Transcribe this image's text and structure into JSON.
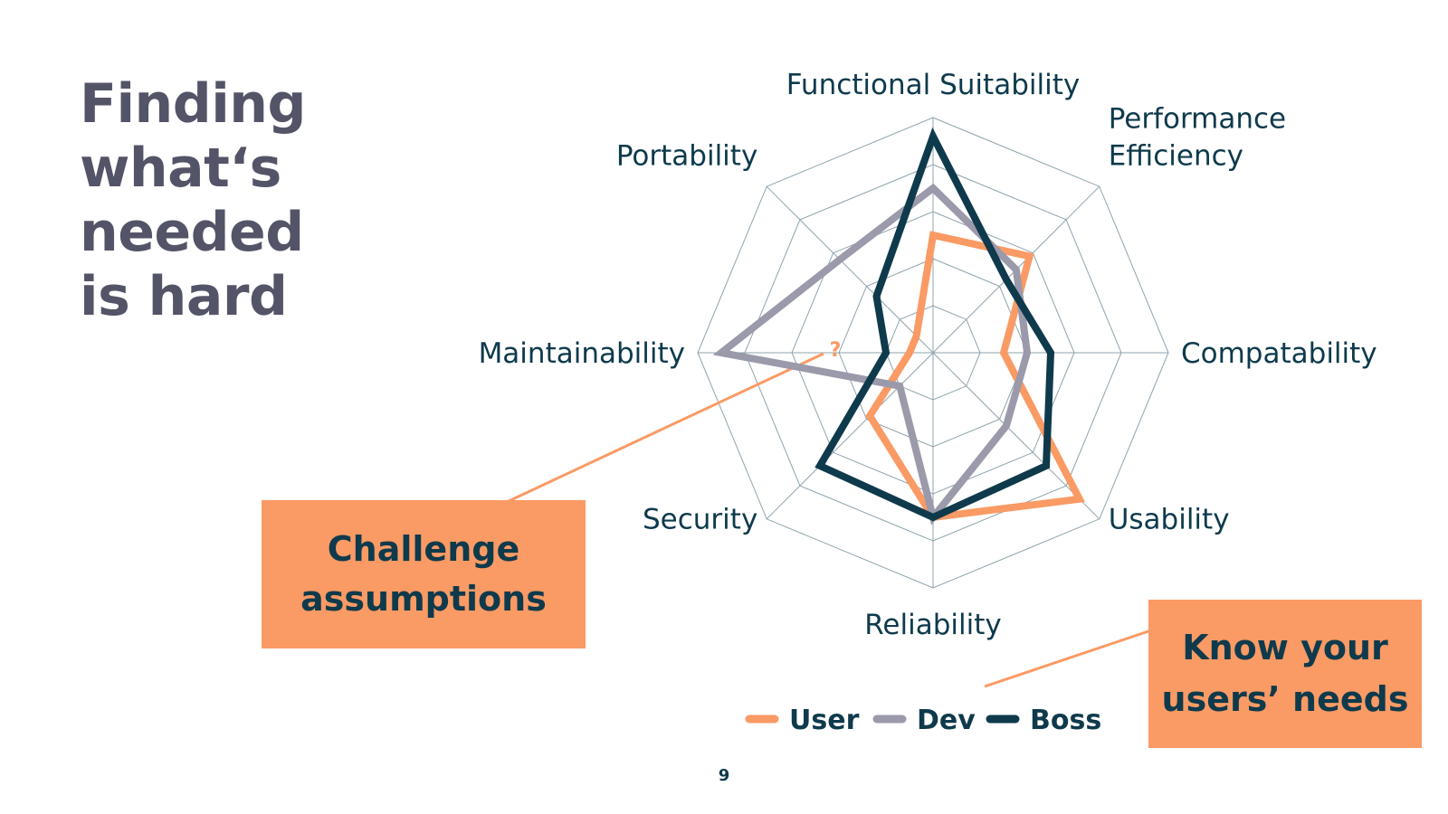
{
  "slide": {
    "title_lines": [
      "Finding",
      "what‘s",
      "needed",
      "is hard"
    ],
    "page_number": "9"
  },
  "callouts": {
    "challenge": {
      "lines": [
        "Challenge",
        "assumptions"
      ],
      "marker": "?"
    },
    "users": {
      "lines": [
        "Know your",
        "users’ needs"
      ]
    }
  },
  "colors": {
    "accent": "#fa9a64",
    "title": "#545468",
    "text_dark": "#0e3a4c",
    "grid": "#8fa3ad"
  },
  "chart_data": {
    "type": "radar",
    "axes": [
      [
        "Functional Suitability"
      ],
      [
        "Performance",
        "Efficiency"
      ],
      [
        "Compatability"
      ],
      [
        "Usability"
      ],
      [
        "Reliability"
      ],
      [
        "Security"
      ],
      [
        "Maintainability"
      ],
      [
        "Portability"
      ]
    ],
    "rlim": [
      0,
      5
    ],
    "grid_levels": 5,
    "series": [
      {
        "name": "User",
        "color": "#fa9a64",
        "values": [
          2.5,
          2.9,
          1.5,
          4.4,
          3.5,
          1.9,
          0.5,
          0.5
        ]
      },
      {
        "name": "Dev",
        "color": "#9b9aab",
        "values": [
          3.5,
          2.5,
          2.0,
          2.2,
          3.5,
          1.0,
          4.5,
          2.8
        ]
      },
      {
        "name": "Boss",
        "color": "#0e3a4c",
        "values": [
          4.6,
          2.2,
          2.5,
          3.4,
          3.5,
          3.4,
          1.0,
          1.7
        ]
      }
    ],
    "legend_position": "bottom"
  }
}
